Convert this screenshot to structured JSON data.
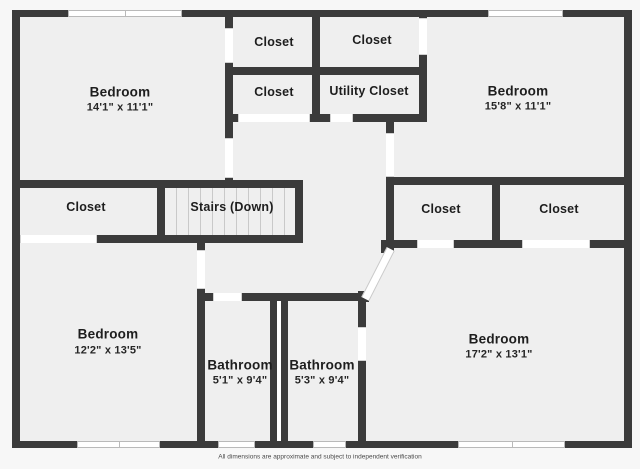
{
  "rooms": {
    "bedroom_top_left": {
      "name": "Bedroom",
      "dims": "14'1\" x 11'1\""
    },
    "bedroom_top_right": {
      "name": "Bedroom",
      "dims": "15'8\" x 11'1\""
    },
    "bedroom_bottom_left": {
      "name": "Bedroom",
      "dims": "12'2\" x 13'5\""
    },
    "bedroom_bottom_right": {
      "name": "Bedroom",
      "dims": "17'2\" x 13'1\""
    },
    "bathroom_left": {
      "name": "Bathroom",
      "dims": "5'1\" x 9'4\""
    },
    "bathroom_right": {
      "name": "Bathroom",
      "dims": "5'3\" x 9'4\""
    },
    "closet_top_row1_left": {
      "name": "Closet"
    },
    "closet_top_row1_right": {
      "name": "Closet"
    },
    "closet_top_row2_left": {
      "name": "Closet"
    },
    "utility_closet": {
      "name": "Utility Closet"
    },
    "closet_mid_left": {
      "name": "Closet"
    },
    "stairs": {
      "name": "Stairs (Down)"
    },
    "closet_mid_right_1": {
      "name": "Closet"
    },
    "closet_mid_right_2": {
      "name": "Closet"
    }
  },
  "footer_note": "All dimensions are approximate and subject to independent verification",
  "colors": {
    "wall": "#3b3b3b",
    "room_fill": "#efefef",
    "background": "#f7f7f7"
  }
}
